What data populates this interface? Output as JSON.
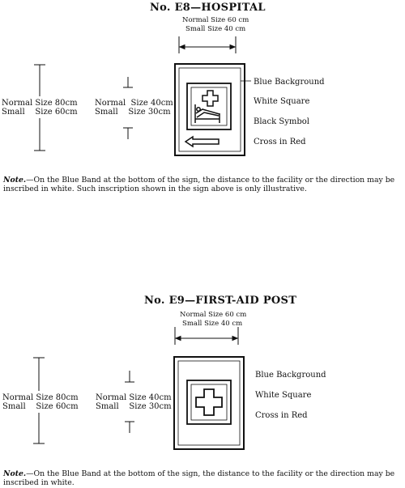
{
  "signs": [
    {
      "title": "No. E8—HOSPITAL",
      "width_normal": "Normal Size 60 cm",
      "width_small": "Small Size 40 cm",
      "height_outer": [
        "Normal Size 80cm",
        "Small    Size 60cm"
      ],
      "height_inner": [
        "Normal  Size 40cm",
        "Small    Size 30cm"
      ],
      "labels": [
        "Blue Background",
        "White Square",
        "Black Symbol",
        "Cross in Red"
      ],
      "note_lead": "Note.",
      "note_text": "—On the Blue Band at the bottom of the sign, the distance to the facility or the direction may be inscribed in white.  Such inscription shown in the sign above is only illustrative."
    },
    {
      "title": "No. E9—FIRST-AID POST",
      "width_normal": "Normal Size 60 cm",
      "width_small": "Small Size 40 cm",
      "height_outer": [
        "Normal Size 80cm",
        "Small    Size 60cm"
      ],
      "height_inner": [
        "Normal Size 40cm",
        "Small    Size 30cm"
      ],
      "labels": [
        "Blue Background",
        "White Square",
        "Cross in Red"
      ],
      "note_lead": "Note.",
      "note_text": "—On the Blue Band at the bottom of the sign, the distance to the facility or the direction may be inscribed in white."
    }
  ]
}
